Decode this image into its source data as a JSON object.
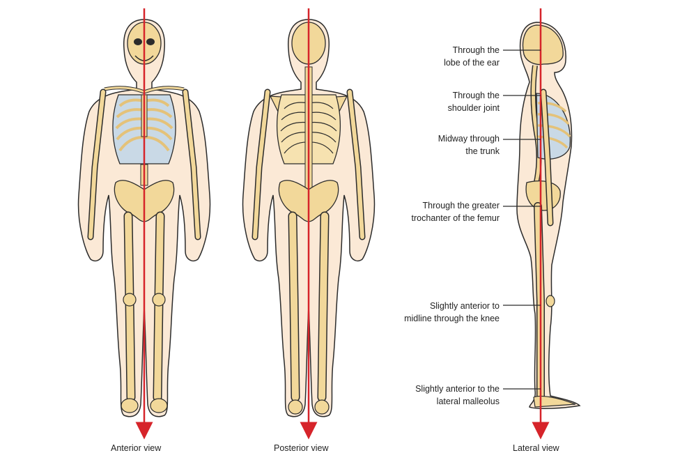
{
  "colors": {
    "bone": "#f2d89a",
    "bone_dark": "#e4c279",
    "outline": "#2b2b2b",
    "skin": "#fbe9d6",
    "lung": "#c9d9e6",
    "plumb_line": "#d6242a"
  },
  "views": [
    {
      "id": "anterior",
      "label": "Anterior view"
    },
    {
      "id": "posterior",
      "label": "Posterior view"
    },
    {
      "id": "lateral",
      "label": "Lateral view"
    }
  ],
  "annotations": [
    {
      "id": "ear",
      "lines": [
        "Through the",
        "lobe of the ear"
      ]
    },
    {
      "id": "shoulder",
      "lines": [
        "Through the",
        "shoulder joint"
      ]
    },
    {
      "id": "trunk",
      "lines": [
        "Midway through",
        "the trunk"
      ]
    },
    {
      "id": "trochanter",
      "lines": [
        "Through the greater",
        "trochanter of the femur"
      ]
    },
    {
      "id": "knee",
      "lines": [
        "Slightly anterior to",
        "midline through the knee"
      ]
    },
    {
      "id": "malleolus",
      "lines": [
        "Slightly anterior to the",
        "lateral malleolus"
      ]
    }
  ]
}
